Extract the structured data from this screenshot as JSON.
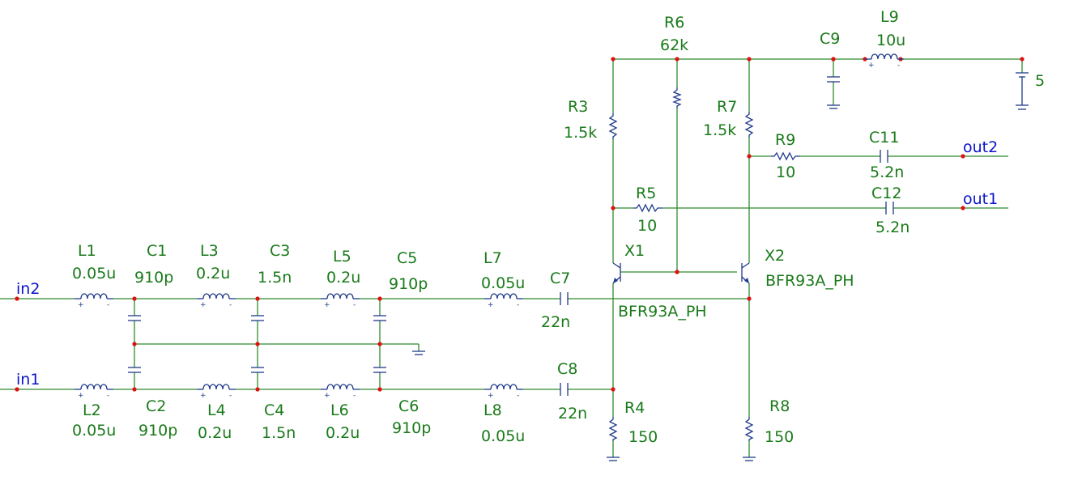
{
  "ports": {
    "in1": "in1",
    "in2": "in2",
    "out1": "out1",
    "out2": "out2"
  },
  "supply": {
    "value": "5"
  },
  "components": {
    "L1": {
      "name": "L1",
      "value": "0.05u"
    },
    "L2": {
      "name": "L2",
      "value": "0.05u"
    },
    "C1": {
      "name": "C1",
      "value": "910p"
    },
    "C2": {
      "name": "C2",
      "value": "910p"
    },
    "L3": {
      "name": "L3",
      "value": "0.2u"
    },
    "L4": {
      "name": "L4",
      "value": "0.2u"
    },
    "C3": {
      "name": "C3",
      "value": "1.5n"
    },
    "C4": {
      "name": "C4",
      "value": "1.5n"
    },
    "L5": {
      "name": "L5",
      "value": "0.2u"
    },
    "L6": {
      "name": "L6",
      "value": "0.2u"
    },
    "C5": {
      "name": "C5",
      "value": "910p"
    },
    "C6": {
      "name": "C6",
      "value": "910p"
    },
    "L7": {
      "name": "L7",
      "value": "0.05u"
    },
    "L8": {
      "name": "L8",
      "value": "0.05u"
    },
    "C7": {
      "name": "C7",
      "value": "22n"
    },
    "C8": {
      "name": "C8",
      "value": "22n"
    },
    "R3": {
      "name": "R3",
      "value": "1.5k"
    },
    "R4": {
      "name": "R4",
      "value": "150"
    },
    "R5": {
      "name": "R5",
      "value": "10"
    },
    "R6": {
      "name": "R6",
      "value": "62k"
    },
    "R7": {
      "name": "R7",
      "value": "1.5k"
    },
    "R8": {
      "name": "R8",
      "value": "150"
    },
    "R9": {
      "name": "R9",
      "value": "10"
    },
    "C9": {
      "name": "C9"
    },
    "L9": {
      "name": "L9",
      "value": "10u"
    },
    "C11": {
      "name": "C11",
      "value": "5.2n"
    },
    "C12": {
      "name": "C12",
      "value": "5.2n"
    },
    "X1": {
      "name": "X1",
      "value": "BFR93A_PH"
    },
    "X2": {
      "name": "X2",
      "value": "BFR93A_PH"
    }
  }
}
